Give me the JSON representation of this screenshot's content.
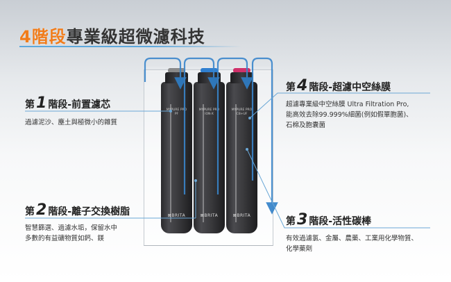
{
  "title": {
    "accent": "4階段",
    "main": "專業級超微濾科技"
  },
  "stages": [
    {
      "num": "1",
      "head": "階段-前置濾芯",
      "desc": [
        "過濾泥沙、塵土與極微小的雜質"
      ]
    },
    {
      "num": "2",
      "head": "階段-離子交換樹脂",
      "desc": [
        "智慧篩選、過濾水垢，保留水中",
        "多數的有益礦物質如鈣、鎂"
      ]
    },
    {
      "num": "3",
      "head": "階段-活性碳棒",
      "desc": [
        "有效過濾氯、金屬、農藥、工業用化學物質、",
        "化學藥劑"
      ]
    },
    {
      "num": "4",
      "head": "階段-超濾中空絲膜",
      "desc": [
        "超濾專業級中空絲膜 Ultra Filtration Pro,",
        "能高效去除99.999%細菌(例如假單胞菌)、",
        "石棉及胞囊菌"
      ]
    }
  ],
  "stage_prefix": "第",
  "filters": [
    {
      "label": "MYPURE PRO\nPF",
      "ring": "#8a8a8a",
      "brand": "⊠BRITA"
    },
    {
      "label": "MYPURE PRO\nION-X",
      "ring": "#2f7fd0",
      "brand": "⊠BRITA"
    },
    {
      "label": "MYPURE PRO\nCB+UF",
      "ring": "#d0306a",
      "brand": "⊠BRITA"
    }
  ],
  "colors": {
    "accent": "#f07c1b",
    "line": "#6aa7d6",
    "arrow": "#2f7fc8"
  }
}
